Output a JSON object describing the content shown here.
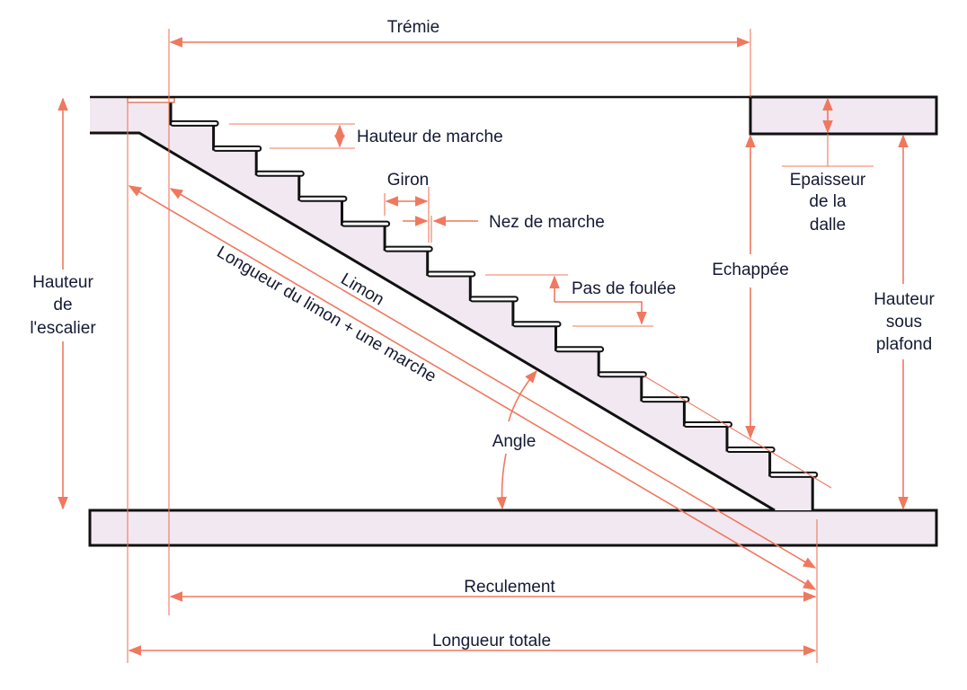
{
  "diagram": {
    "title": "Vocabulaire de l'escalier",
    "colors": {
      "dimension": "#f0785f",
      "structure_fill": "#f1e8f1",
      "outline": "#111111",
      "text": "#141a33"
    },
    "step_count": 16,
    "labels": {
      "tremie": "Trémie",
      "hauteur_marche": "Hauteur de marche",
      "giron": "Giron",
      "nez_marche": "Nez de marche",
      "pas_foulee": "Pas de foulée",
      "epaisseur_dalle": [
        "Epaisseur",
        "de la",
        "dalle"
      ],
      "echappee": "Echappée",
      "hauteur_sous_plafond": [
        "Hauteur",
        "sous",
        "plafond"
      ],
      "hauteur_escalier": [
        "Hauteur",
        "de",
        "l'escalier"
      ],
      "limon": "Limon",
      "longueur_limon": "Longueur du limon + une marche",
      "angle": "Angle",
      "reculement": "Reculement",
      "longueur_totale": "Longueur totale"
    }
  }
}
